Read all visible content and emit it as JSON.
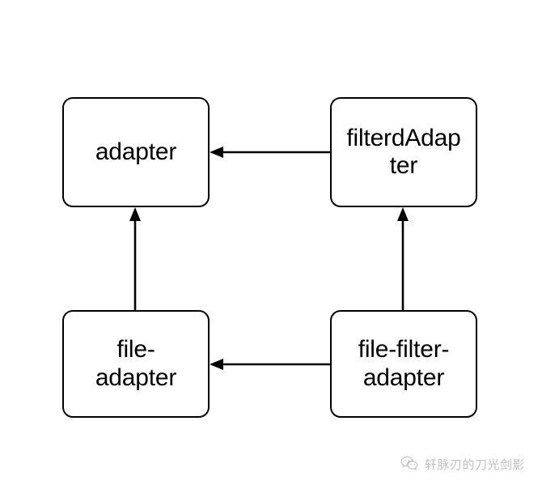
{
  "diagram": {
    "type": "node-graph",
    "background_color": "#ffffff",
    "node_border_color": "#000000",
    "node_fill_color": "#ffffff",
    "edge_color": "#000000",
    "nodes": [
      {
        "id": "adapter",
        "label": "adapter",
        "display_label": "adapter"
      },
      {
        "id": "filterdAdapter",
        "label": "filterdAdapter",
        "display_label": "filterdAdap\nter"
      },
      {
        "id": "file-adapter",
        "label": "file-adapter",
        "display_label": "file-\nadapter"
      },
      {
        "id": "file-filter-adapter",
        "label": "file-filter-adapter",
        "display_label": "file-filter-\nadapter"
      }
    ],
    "edges": [
      {
        "id": "edge-filterdadapter-to-adapter",
        "from": "filterdAdapter",
        "to": "adapter",
        "direction": "left",
        "arrowhead": "filled-triangle"
      },
      {
        "id": "edge-file-adapter-to-adapter",
        "from": "file-adapter",
        "to": "adapter",
        "direction": "up",
        "arrowhead": "filled-triangle"
      },
      {
        "id": "edge-file-filter-adapter-to-filterdadapter",
        "from": "file-filter-adapter",
        "to": "filterdAdapter",
        "direction": "up",
        "arrowhead": "filled-triangle"
      },
      {
        "id": "edge-file-filter-adapter-to-file-adapter",
        "from": "file-filter-adapter",
        "to": "file-adapter",
        "direction": "left",
        "arrowhead": "filled-triangle"
      }
    ]
  },
  "watermark": {
    "icon": "wechat-bubble-icon",
    "text": "轩脉刃的刀光剑影",
    "color": "#9a9a9a"
  }
}
